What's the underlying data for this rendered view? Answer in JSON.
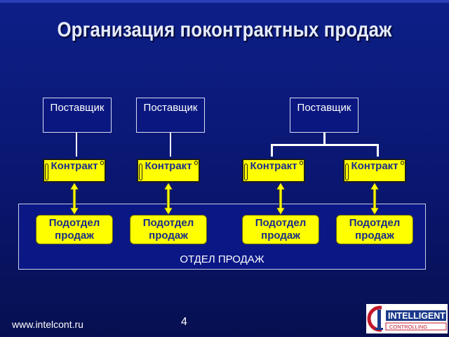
{
  "title": "Организация поконтрактных продаж",
  "suppliers": [
    "Поставщик",
    "Поставщик",
    "Поставщик"
  ],
  "contracts": [
    "Контракт",
    "Контракт",
    "Контракт",
    "Контракт"
  ],
  "subdepartments": [
    "Подотдел продаж",
    "Подотдел продаж",
    "Подотдел продаж",
    "Подотдел продаж"
  ],
  "department_label": "ОТДЕЛ ПРОДАЖ",
  "footer": {
    "url": "www.intelcont.ru",
    "page_number": "4"
  },
  "logo": {
    "text_top": "INTELLIGENT",
    "text_bottom": "CONTROLLING"
  },
  "colors": {
    "background": "#0a1670",
    "box_yellow": "#ffff00",
    "logo_red": "#c0182a",
    "logo_blue": "#1b3a8c"
  }
}
